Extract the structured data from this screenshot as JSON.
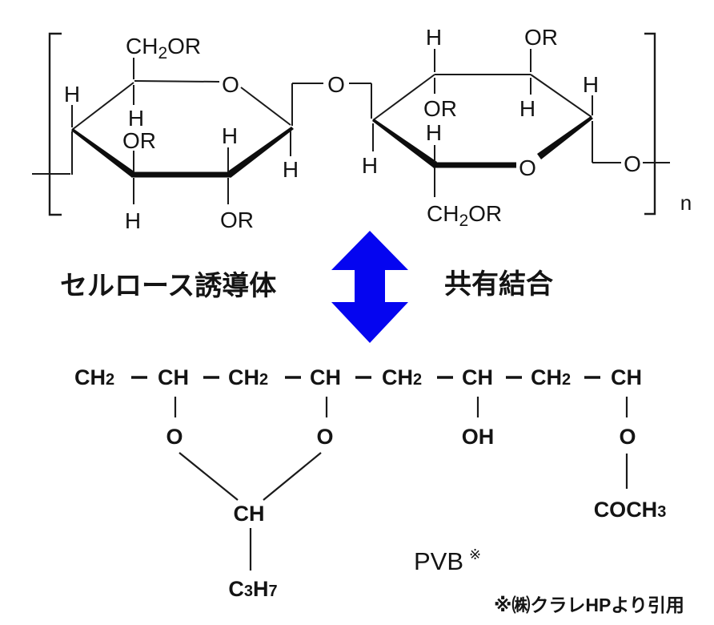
{
  "page": {
    "background": "#ffffff",
    "ink": "#141414"
  },
  "cellulose": {
    "label": "セルロース誘導体",
    "atoms": {
      "h": "H",
      "o": "O",
      "or": "OR",
      "ch2or": {
        "main": "CH",
        "sub": "2",
        "tail": "OR"
      },
      "repeat": "n"
    }
  },
  "arrow": {
    "color": "#0505f0"
  },
  "covalent": {
    "label": "共有結合"
  },
  "pvb": {
    "chain": [
      {
        "main": "CH",
        "sub": "2"
      },
      {
        "main": "CH",
        "sub": ""
      },
      {
        "main": "CH",
        "sub": "2"
      },
      {
        "main": "CH",
        "sub": ""
      },
      {
        "main": "CH",
        "sub": "2"
      },
      {
        "main": "CH",
        "sub": ""
      },
      {
        "main": "CH",
        "sub": "2"
      },
      {
        "main": "CH",
        "sub": ""
      }
    ],
    "o": "O",
    "oh": "OH",
    "ch": "CH",
    "c3h7": {
      "c": "C",
      "three": "3",
      "h": "H",
      "seven": "7"
    },
    "coch3": {
      "main": "COCH",
      "sub": "3"
    },
    "label": {
      "name": "PVB",
      "mark": "※"
    }
  },
  "citation": "※㈱クラレHPより引用"
}
